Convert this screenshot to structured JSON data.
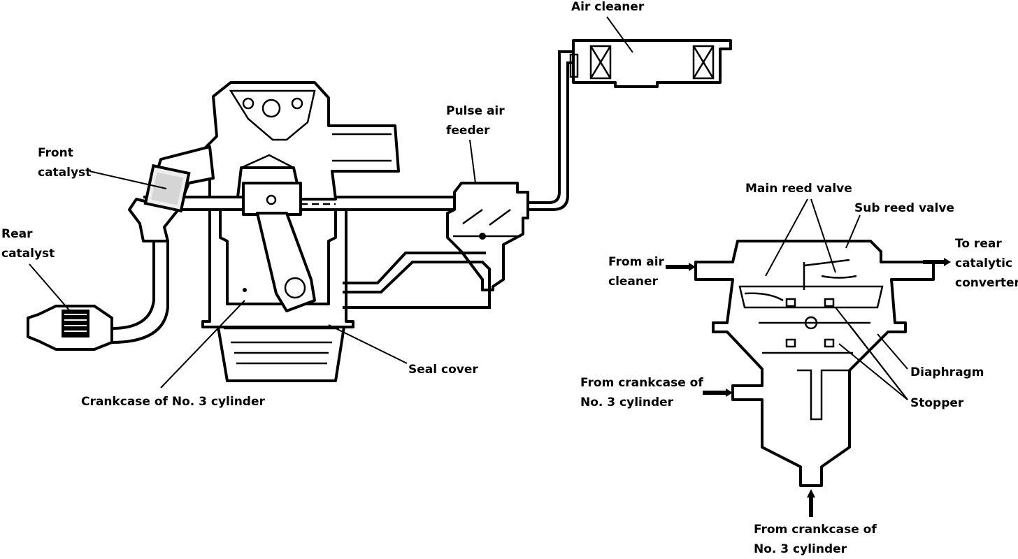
{
  "labels": {
    "air_cleaner": "Air cleaner",
    "pulse_air_feeder_line1": "Pulse air",
    "pulse_air_feeder_line2": "feeder",
    "front_catalyst_line1": "Front",
    "front_catalyst_line2": "catalyst",
    "rear_catalyst_line1": "Rear",
    "rear_catalyst_line2": "catalyst",
    "seal_cover": "Seal cover",
    "crankcase_no3": "Crankcase of No. 3 cylinder",
    "main_reed_valve": "Main reed valve",
    "sub_reed_valve": "Sub reed valve",
    "from_air_cleaner_line1": "From air",
    "from_air_cleaner_line2": "cleaner",
    "to_rear_line1": "To rear",
    "to_rear_line2": "catalytic",
    "to_rear_line3": "converter",
    "diaphragm": "Diaphragm",
    "stopper": "Stopper",
    "from_crankcase_left_line1": "From crankcase of",
    "from_crankcase_left_line2": "No. 3 cylinder",
    "from_crankcase_bottom_line1": "From crankcase of",
    "from_crankcase_bottom_line2": "No. 3 cylinder"
  }
}
